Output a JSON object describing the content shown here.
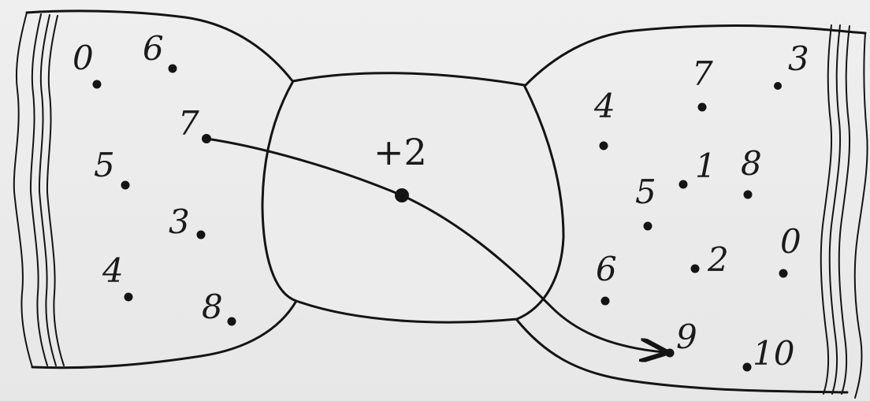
{
  "diagram": {
    "operation_label": "+2",
    "left_numbers": [
      {
        "label": "0"
      },
      {
        "label": "6"
      },
      {
        "label": "7"
      },
      {
        "label": "5"
      },
      {
        "label": "3"
      },
      {
        "label": "4"
      },
      {
        "label": "8"
      }
    ],
    "right_numbers": [
      {
        "label": "7"
      },
      {
        "label": "3"
      },
      {
        "label": "4"
      },
      {
        "label": "1"
      },
      {
        "label": "8"
      },
      {
        "label": "5"
      },
      {
        "label": "2"
      },
      {
        "label": "0"
      },
      {
        "label": "6"
      },
      {
        "label": "9"
      },
      {
        "label": "10"
      }
    ]
  }
}
